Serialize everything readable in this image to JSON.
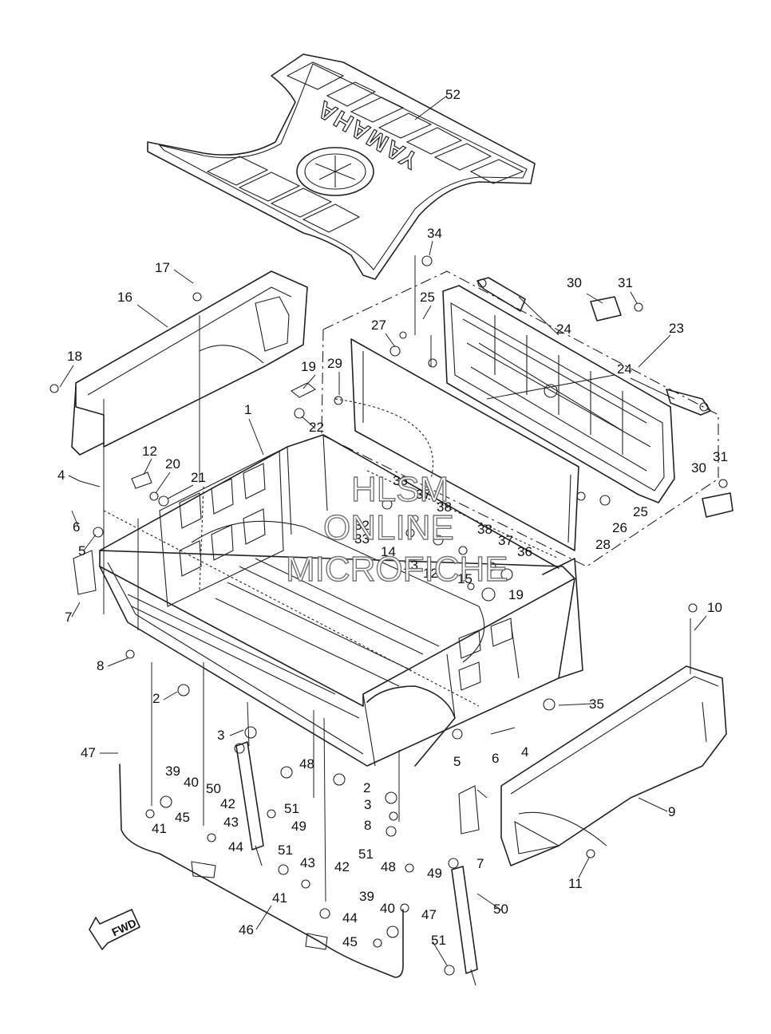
{
  "callouts": {
    "c52": "52",
    "c34": "34",
    "c30a": "30",
    "c31a": "31",
    "c23": "23",
    "c25a": "25",
    "c27": "27",
    "c24a": "24",
    "c24b": "24",
    "c17": "17",
    "c16": "16",
    "c18": "18",
    "c19a": "19",
    "c29": "29",
    "c22": "22",
    "c1": "1",
    "c12": "12",
    "c20": "20",
    "c21": "21",
    "c4a": "4",
    "c6a": "6",
    "c5a": "5",
    "c7a": "7",
    "c8a": "8",
    "c2a": "2",
    "c3a": "3",
    "c47a": "47",
    "c39a": "39",
    "c40a": "40",
    "c50a": "50",
    "c42a": "42",
    "c43a": "43",
    "c45a": "45",
    "c41a": "41",
    "c44a": "44",
    "c49a": "49",
    "c48a": "48",
    "c51a": "51",
    "c51b": "51",
    "c43b": "43",
    "c42b": "42",
    "c41b": "41",
    "c44b": "44",
    "c46": "46",
    "c39b": "39",
    "c40b": "40",
    "c47b": "47",
    "c45b": "45",
    "c50b": "50",
    "c51c": "51",
    "c36a": "36",
    "c37a": "37",
    "c38a": "38",
    "c32": "32",
    "c33": "33",
    "c14": "14",
    "c13": "13",
    "c12b": "12",
    "c38b": "38",
    "c37b": "37",
    "c36b": "36",
    "c15": "15",
    "c19b": "19",
    "c26": "26",
    "c25b": "25",
    "c28": "28",
    "c30b": "30",
    "c31b": "31",
    "c10": "10",
    "c35": "35",
    "c4b": "4",
    "c6b": "6",
    "c5b": "5",
    "c9": "9",
    "c11": "11",
    "c7b": "7",
    "c8b": "8",
    "c3b": "3",
    "c2b": "2",
    "c48b": "48",
    "c49b": "49",
    "c51d": "51"
  },
  "watermark": [
    "HLSM",
    "ONLINE",
    "MICROFICHE"
  ],
  "mat_logo": "YAMAHA",
  "fwd_label": "FWD"
}
